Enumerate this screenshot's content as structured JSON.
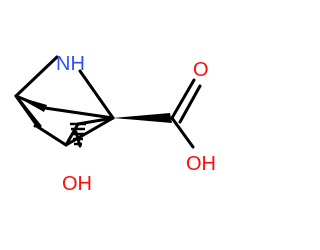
{
  "molecule": {
    "atoms": {
      "amine_nitrogen": "NH",
      "carbonyl_oxygen": "O",
      "acid_hydroxyl": "OH",
      "ring_hydroxyl": "OH"
    },
    "colors": {
      "bond": "#000000",
      "nitrogen": "#3050F8",
      "oxygen": "#FF0D0D",
      "background": "#FFFFFF"
    }
  }
}
